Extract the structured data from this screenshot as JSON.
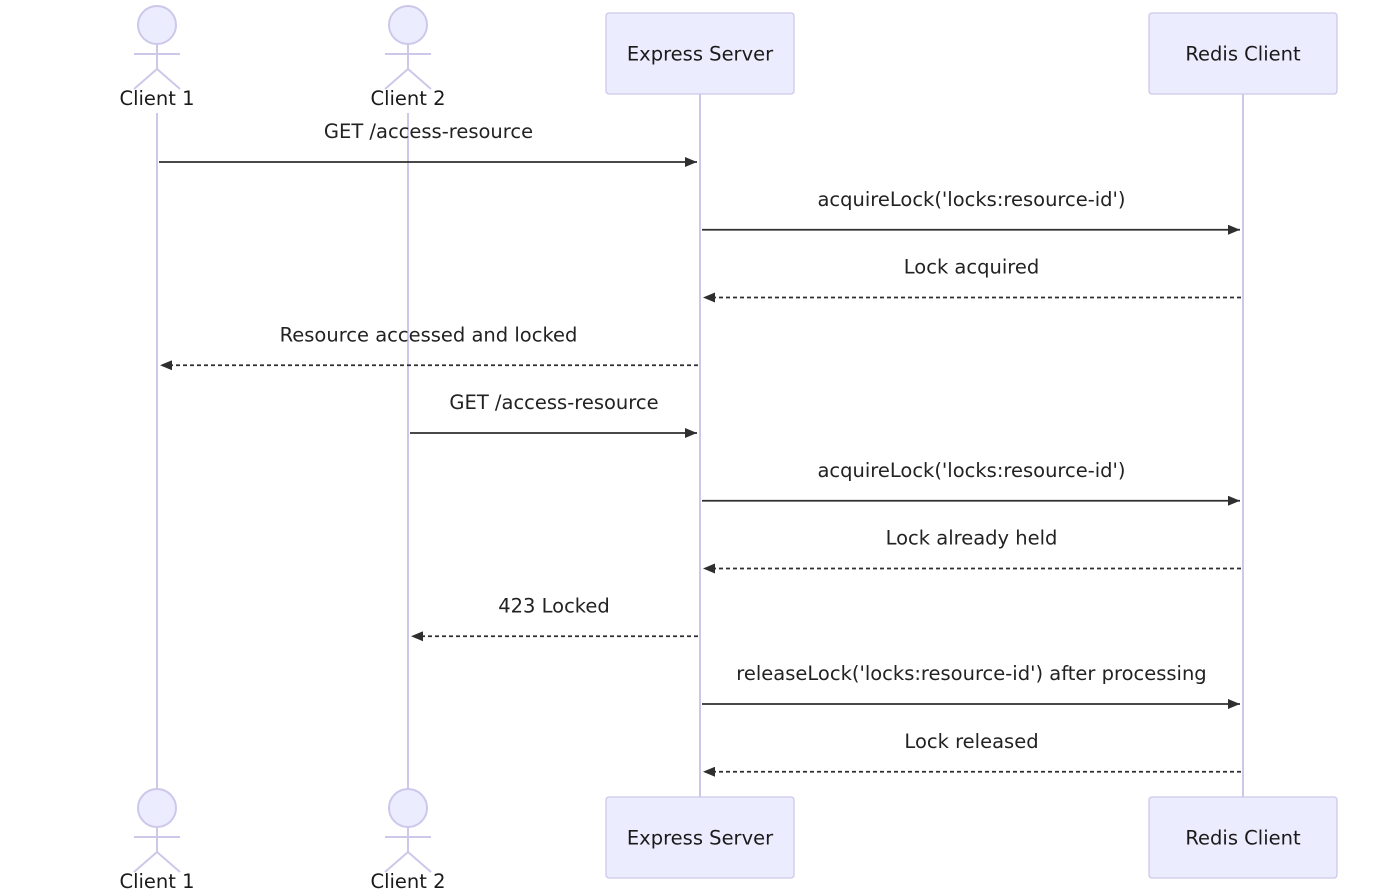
{
  "participants": [
    {
      "id": "client1",
      "label": "Client 1",
      "kind": "actor"
    },
    {
      "id": "client2",
      "label": "Client 2",
      "kind": "actor"
    },
    {
      "id": "express",
      "label": "Express Server",
      "kind": "box"
    },
    {
      "id": "redis",
      "label": "Redis Client",
      "kind": "box"
    }
  ],
  "messages": [
    {
      "from": "client1",
      "to": "express",
      "label": "GET /access-resource",
      "style": "solid"
    },
    {
      "from": "express",
      "to": "redis",
      "label": "acquireLock('locks:resource-id')",
      "style": "solid"
    },
    {
      "from": "redis",
      "to": "express",
      "label": "Lock acquired",
      "style": "dotted"
    },
    {
      "from": "express",
      "to": "client1",
      "label": "Resource accessed and locked",
      "style": "dotted"
    },
    {
      "from": "client2",
      "to": "express",
      "label": "GET /access-resource",
      "style": "solid"
    },
    {
      "from": "express",
      "to": "redis",
      "label": "acquireLock('locks:resource-id')",
      "style": "solid"
    },
    {
      "from": "redis",
      "to": "express",
      "label": "Lock already held",
      "style": "dotted"
    },
    {
      "from": "express",
      "to": "client2",
      "label": "423 Locked",
      "style": "dotted"
    },
    {
      "from": "express",
      "to": "redis",
      "label": "releaseLock('locks:resource-id') after processing",
      "style": "solid"
    },
    {
      "from": "redis",
      "to": "express",
      "label": "Lock released",
      "style": "dotted"
    }
  ],
  "colors": {
    "participant_fill": "#ececff",
    "participant_stroke": "#cdc8ea",
    "lifeline": "#cdc8ea",
    "arrow": "#2f2f2f",
    "text": "#1a1a1a"
  }
}
